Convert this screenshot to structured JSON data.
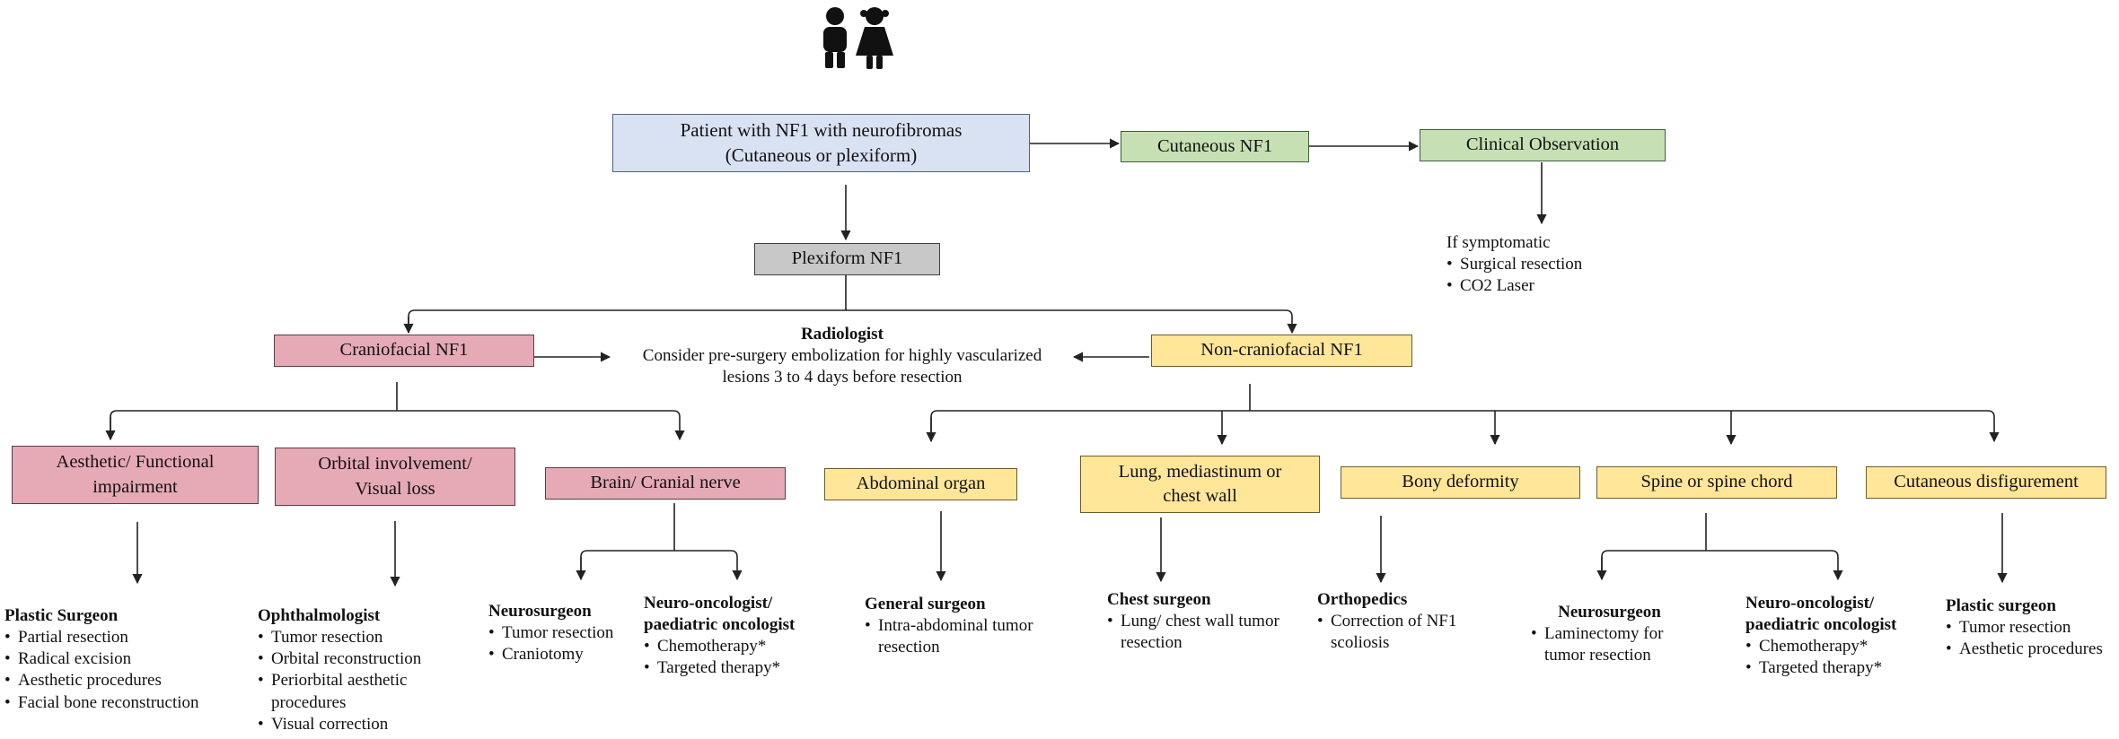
{
  "icons": {
    "kids": "boy-and-girl-icon"
  },
  "patient": {
    "line1": "Patient with NF1 with neurofibromas",
    "line2": "(Cutaneous or plexiform)"
  },
  "cutaneous": "Cutaneous NF1",
  "observation": "Clinical Observation",
  "symptomatic": {
    "lead": "If symptomatic",
    "items": [
      "Surgical resection",
      "CO2 Laser"
    ]
  },
  "plexiform": "Plexiform NF1",
  "craniofacial": "Craniofacial NF1",
  "noncraniofacial": "Non-craniofacial NF1",
  "radiologist": {
    "title": "Radiologist",
    "line1": "Consider pre-surgery embolization for highly vascularized",
    "line2": "lesions 3 to 4 days before resection"
  },
  "cranial_boxes": {
    "aesthetic": {
      "line1": "Aesthetic/ Functional",
      "line2": "impairment"
    },
    "orbital": {
      "line1": "Orbital involvement/",
      "line2": "Visual loss"
    },
    "brain": "Brain/ Cranial nerve"
  },
  "noncranial_boxes": {
    "abdominal": "Abdominal organ",
    "lung": {
      "line1": "Lung, mediastinum or",
      "line2": "chest wall"
    },
    "bony": "Bony deformity",
    "spine": "Spine or spine chord",
    "cutaneous_dis": "Cutaneous disfigurement"
  },
  "specialists": {
    "plastic1": {
      "title": "Plastic Surgeon",
      "items": [
        "Partial resection",
        "Radical excision",
        "Aesthetic procedures",
        "Facial bone reconstruction"
      ]
    },
    "ophthalmologist": {
      "title": "Ophthalmologist",
      "items": [
        "Tumor resection",
        "Orbital reconstruction",
        "Periorbital aesthetic procedures",
        "Visual correction"
      ]
    },
    "neurosurgeon1": {
      "title": "Neurosurgeon",
      "items": [
        "Tumor resection",
        "Craniotomy"
      ]
    },
    "oncologist1": {
      "title1": "Neuro-oncologist/",
      "title2": "paediatric oncologist",
      "items": [
        "Chemotherapy*",
        "Targeted therapy*"
      ]
    },
    "general": {
      "title": "General surgeon",
      "items": [
        "Intra-abdominal tumor resection"
      ]
    },
    "chest": {
      "title": "Chest surgeon",
      "items": [
        "Lung/ chest wall tumor resection"
      ]
    },
    "ortho": {
      "title": "Orthopedics",
      "items": [
        "Correction of NF1 scoliosis"
      ]
    },
    "neurosurgeon2": {
      "title": "Neurosurgeon",
      "items": [
        "Laminectomy for tumor resection"
      ]
    },
    "oncologist2": {
      "title1": "Neuro-oncologist/",
      "title2": "paediatric oncologist",
      "items": [
        "Chemotherapy*",
        "Targeted therapy*"
      ]
    },
    "plastic2": {
      "title": "Plastic surgeon",
      "items": [
        "Tumor resection",
        "Aesthetic procedures"
      ]
    }
  },
  "colors": {
    "blue": "#d9e2f3",
    "green": "#c6e0b4",
    "gray": "#c8c8c8",
    "pink": "#e6a9b6",
    "yellow": "#ffe699"
  }
}
